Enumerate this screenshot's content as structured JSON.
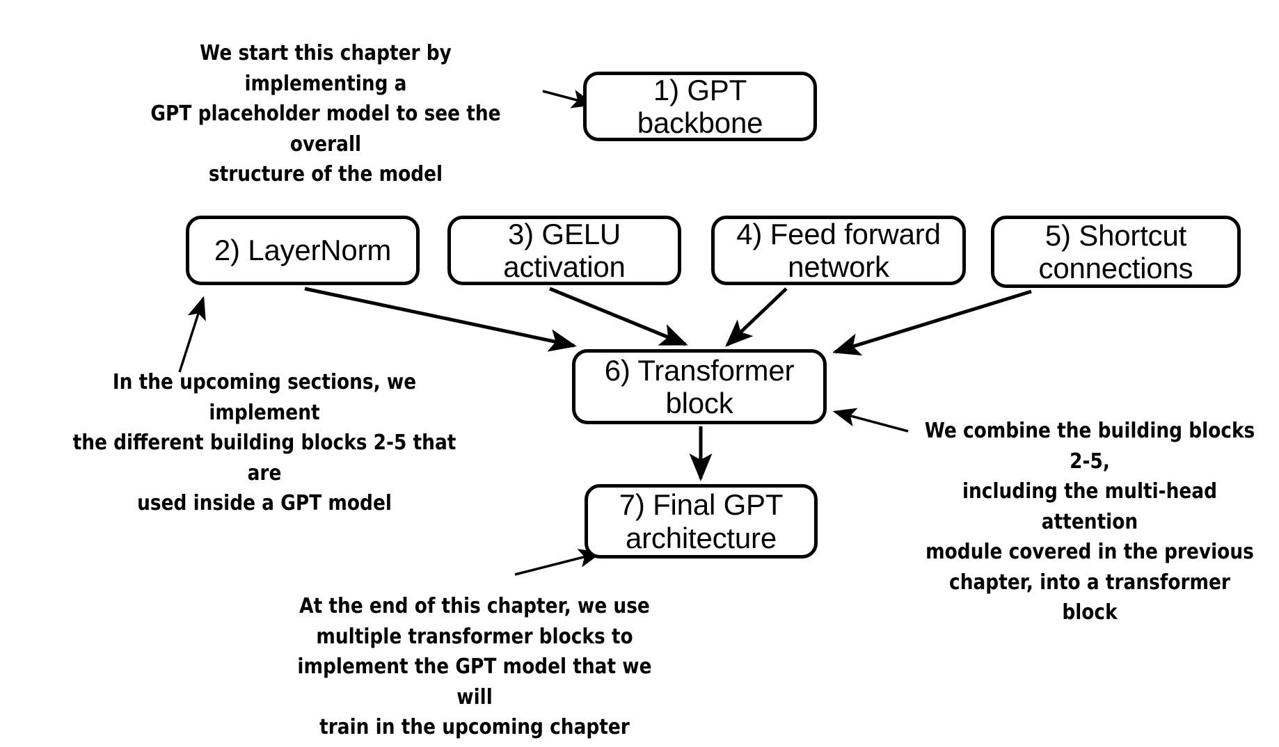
{
  "diagram": {
    "title": "GPT chapter overview flow diagram",
    "background_color": "#ffffff",
    "stroke_color": "#000000"
  },
  "nodes": [
    {
      "id": "gpt-backbone",
      "label_line1": "1) GPT",
      "label_line2": "backbone"
    },
    {
      "id": "layernorm",
      "label_line1": "2) LayerNorm",
      "label_line2": ""
    },
    {
      "id": "gelu",
      "label_line1": "3) GELU",
      "label_line2": "activation"
    },
    {
      "id": "feed-forward",
      "label_line1": "4) Feed forward",
      "label_line2": "network"
    },
    {
      "id": "shortcut",
      "label_line1": "5) Shortcut",
      "label_line2": "connections"
    },
    {
      "id": "transformer-block",
      "label_line1": "6) Transformer",
      "label_line2": "block"
    },
    {
      "id": "final-gpt",
      "label_line1": "7) Final GPT",
      "label_line2": "architecture"
    }
  ],
  "annotations": {
    "top_left": "We start this chapter by implementing a\nGPT placeholder model to see the overall\nstructure of the model",
    "mid_left": "In the upcoming sections, we implement\nthe different building blocks 2-5 that are\nused inside a GPT model",
    "right": "We combine the building blocks 2-5,\nincluding the multi-head attention\nmodule covered in the previous\nchapter, into a transformer block",
    "bottom": "At the end of this chapter, we use\nmultiple transformer blocks to\nimplement the GPT model that we will\ntrain in the upcoming chapter"
  }
}
